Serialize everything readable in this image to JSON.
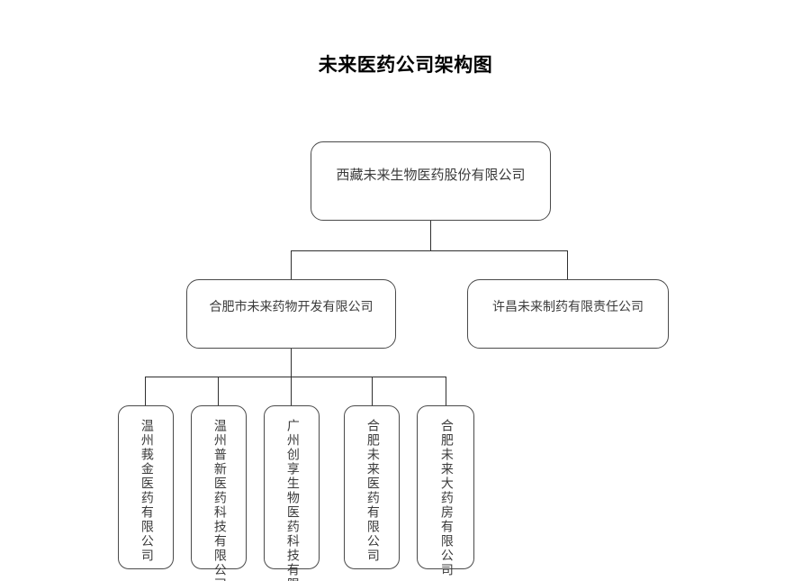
{
  "title": "未来医药公司架构图",
  "org_chart": {
    "type": "tree",
    "orientation": "top-down",
    "root": {
      "id": "root",
      "name": "西藏未来生物医药股份有限公司",
      "level": 1,
      "text_direction": "horizontal"
    },
    "level2": [
      {
        "id": "l2a",
        "name": "合肥市未来药物开发有限公司",
        "level": 2,
        "parent": "root",
        "text_direction": "horizontal"
      },
      {
        "id": "l2b",
        "name": "许昌未来制药有限责任公司",
        "level": 2,
        "parent": "root",
        "text_direction": "horizontal"
      }
    ],
    "level3": [
      {
        "id": "l3a",
        "name": "温州莪金医药有限公司",
        "level": 3,
        "parent": "l2a",
        "text_direction": "vertical-rl"
      },
      {
        "id": "l3b",
        "name": "温州普新医药科技有限公司",
        "level": 3,
        "parent": "l2a",
        "text_direction": "vertical-rl"
      },
      {
        "id": "l3c",
        "name": "广州创享生物医药科技有限公司",
        "level": 3,
        "parent": "l2a",
        "text_direction": "vertical-rl"
      },
      {
        "id": "l3d",
        "name": "合肥未来医药有限公司",
        "level": 3,
        "parent": "l2a",
        "text_direction": "vertical-rl"
      },
      {
        "id": "l3e",
        "name": "合肥未来大药房有限公司",
        "level": 3,
        "parent": "l2a",
        "text_direction": "vertical-rl"
      }
    ],
    "node_count": 8,
    "depth": 3
  },
  "style": {
    "background": "#ffffff",
    "border_color": "#4a4a4a",
    "connector_color": "#2f2f2f",
    "text_color": "#3a3a3a",
    "title_color": "#000000"
  }
}
